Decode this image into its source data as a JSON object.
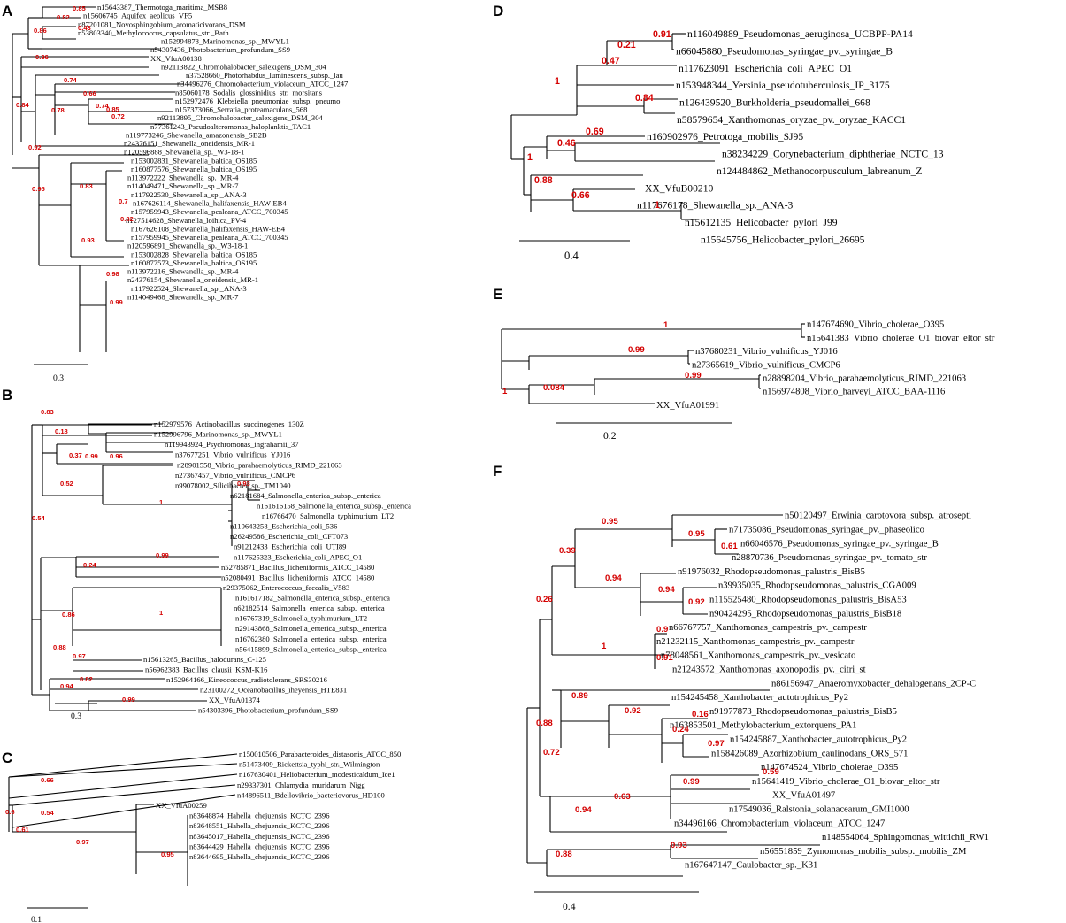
{
  "panels": [
    {
      "letter": "A",
      "leaves": [
        "n15643387_Thermotoga_maritima_MSB8",
        "n15606745_Aquifex_aeolicus_VF5",
        "n87201081_Novosphingobium_aromaticivorans_DSM",
        "n53803340_Methylococcus_capsulatus_str._Bath",
        "n152994878_Marinomonas_sp._MWYL1",
        "n54307436_Photobacterium_profundum_SS9",
        "XX_VfuA00138",
        "n92113822_Chromohalobacter_salexigens_DSM_304",
        "n37528660_Photorhabdus_luminescens_subsp._lau",
        "n34496276_Chromobacterium_violaceum_ATCC_1247",
        "n85060178_Sodalis_glossinidius_str._morsitans",
        "n152972476_Klebsiella_pneumoniae_subsp._pneumo",
        "n157373066_Serratia_proteamaculans_568",
        "n92113895_Chromohalobacter_salexigens_DSM_304",
        "n77361243_Pseudoalteromonas_haloplanktis_TAC1",
        "n119773246_Shewanella_amazonensis_SB2B",
        "n24376151_Shewanella_oneidensis_MR-1",
        "n120596888_Shewanella_sp._W3-18-1",
        "n153002831_Shewanella_baltica_OS185",
        "n160877576_Shewanella_baltica_OS195",
        "n113972222_Shewanella_sp._MR-4",
        "n114049471_Shewanella_sp._MR-7",
        "n117922530_Shewanella_sp._ANA-3",
        "n167626114_Shewanella_halifaxensis_HAW-EB4",
        "n157959943_Shewanella_pealeana_ATCC_700345",
        "n127514628_Shewanella_loihica_PV-4",
        "n167626108_Shewanella_halifaxensis_HAW-EB4",
        "n157959945_Shewanella_pealeana_ATCC_700345",
        "n120596891_Shewanella_sp._W3-18-1",
        "n153002828_Shewanella_baltica_OS185",
        "n160877573_Shewanella_baltica_OS195",
        "n113972216_Shewanella_sp._MR-4",
        "n24376154_Shewanella_oneidensis_MR-1",
        "n117922524_Shewanella_sp._ANA-3",
        "n114049468_Shewanella_sp._MR-7"
      ],
      "bootstraps": [
        "0.85",
        "0.82",
        "0.43",
        "0.86",
        "0.36",
        "0.84",
        "0.78",
        "0.92",
        "0.74",
        "0.66",
        "0.74",
        "0.85",
        "0.72",
        "0.95",
        "0.83",
        "0.7",
        "0.82",
        "0.93",
        "0.98",
        "0.99"
      ],
      "scale": "0.3"
    },
    {
      "letter": "B",
      "leaves": [
        "n152979576_Actinobacillus_succinogenes_130Z",
        "n152996796_Marinomonas_sp._MWYL1",
        "n119943924_Psychromonas_ingrahamii_37",
        "n37677251_Vibrio_vulnificus_YJ016",
        "n28901558_Vibrio_parahaemolyticus_RIMD_221063",
        "n27367457_Vibrio_vulnificus_CMCP6",
        "n99078002_Silicibacter_sp._TM1040",
        "n62181684_Salmonella_enterica_subsp._enterica",
        "n161616158_Salmonella_enterica_subsp._enterica",
        "n16766470_Salmonella_typhimurium_LT2",
        "n110643258_Escherichia_coli_536",
        "n26249586_Escherichia_coli_CFT073",
        "n91212433_Escherichia_coli_UTI89",
        "n117625323_Escherichia_coli_APEC_O1",
        "n52785871_Bacillus_licheniformis_ATCC_14580",
        "n52080491_Bacillus_licheniformis_ATCC_14580",
        "n29375062_Enterococcus_faecalis_V583",
        "n161617182_Salmonella_enterica_subsp._enterica",
        "n62182514_Salmonella_enterica_subsp._enterica",
        "n16767319_Salmonella_typhimurium_LT2",
        "n29143868_Salmonella_enterica_subsp._enterica",
        "n16762380_Salmonella_enterica_subsp._enterica",
        "n56415899_Salmonella_enterica_subsp._enterica",
        "n15613265_Bacillus_halodurans_C-125",
        "n56962383_Bacillus_clausii_KSM-K16",
        "n152964166_Kineococcus_radiotolerans_SRS30216",
        "n23100272_Oceanobacillus_iheyensis_HTE831",
        "XX_VfuA01374",
        "n54303396_Photobacterium_profundum_SS9"
      ],
      "bootstraps": [
        "0.83",
        "0.18",
        "0.37",
        "0.99",
        "0.96",
        "0.52",
        "1",
        "0.93",
        "0.24",
        "0.99",
        "0.86",
        "1",
        "0.88",
        "0.97",
        "0.94",
        "0.82",
        "0.99",
        "0.54"
      ],
      "scale": "0.3"
    },
    {
      "letter": "C",
      "leaves": [
        "n150010506_Parabacteroides_distasonis_ATCC_850",
        "n51473409_Rickettsia_typhi_str._Wilmington",
        "n167630401_Heliobacterium_modesticaldum_Ice1",
        "n29337301_Chlamydia_muridarum_Nigg",
        "n44896511_Bdellovibrio_bacteriovorus_HD100",
        "XX_VfuA00259",
        "n83648874_Hahella_chejuensis_KCTC_2396",
        "n83648551_Hahella_chejuensis_KCTC_2396",
        "n83645017_Hahella_chejuensis_KCTC_2396",
        "n83644429_Hahella_chejuensis_KCTC_2396",
        "n83644695_Hahella_chejuensis_KCTC_2396"
      ],
      "bootstraps": [
        "0.66",
        "0.6",
        "0.61",
        "0.54",
        "0.97",
        "0.95"
      ],
      "scale": "0.1"
    },
    {
      "letter": "D",
      "leaves": [
        "n116049889_Pseudomonas_aeruginosa_UCBPP-PA14",
        "n66045880_Pseudomonas_syringae_pv._syringae_B",
        "n117623091_Escherichia_coli_APEC_O1",
        "n153948344_Yersinia_pseudotuberculosis_IP_3175",
        "n126439520_Burkholderia_pseudomallei_668",
        "n58579654_Xanthomonas_oryzae_pv._oryzae_KACC1",
        "n160902976_Petrotoga_mobilis_SJ95",
        "n38234229_Corynebacterium_diphtheriae_NCTC_13",
        "n124484862_Methanocorpusculum_labreanum_Z",
        "XX_VfuB00210",
        "n117676178_Shewanella_sp._ANA-3",
        "n15612135_Helicobacter_pylori_J99",
        "n15645756_Helicobacter_pylori_26695"
      ],
      "bootstraps": [
        "0.91",
        "0.21",
        "0.47",
        "1",
        "0.84",
        "0.69",
        "0.46",
        "1",
        "0.88",
        "0.66",
        "1"
      ],
      "scale": "0.4"
    },
    {
      "letter": "E",
      "leaves": [
        "n147674690_Vibrio_cholerae_O395",
        "n15641383_Vibrio_cholerae_O1_biovar_eltor_str",
        "n37680231_Vibrio_vulnificus_YJ016",
        "n27365619_Vibrio_vulnificus_CMCP6",
        "n28898204_Vibrio_parahaemolyticus_RIMD_221063",
        "n156974808_Vibrio_harveyi_ATCC_BAA-1116",
        "XX_VfuA01991"
      ],
      "bootstraps": [
        "1",
        "0.99",
        "1",
        "0.99",
        "0.084"
      ],
      "scale": "0.2"
    },
    {
      "letter": "F",
      "leaves": [
        "n50120497_Erwinia_carotovora_subsp._atrosepti",
        "n71735086_Pseudomonas_syringae_pv._phaseolico",
        "n66046576_Pseudomonas_syringae_pv._syringae_B",
        "n28870736_Pseudomonas_syringae_pv._tomato_str",
        "n91976032_Rhodopseudomonas_palustris_BisB5",
        "n39935035_Rhodopseudomonas_palustris_CGA009",
        "n115525480_Rhodopseudomonas_palustris_BisA53",
        "n90424295_Rhodopseudomonas_palustris_BisB18",
        "n66767757_Xanthomonas_campestris_pv._campestr",
        "n21232115_Xanthomonas_campestris_pv._campestr",
        "n78048561_Xanthomonas_campestris_pv._vesicato",
        "n21243572_Xanthomonas_axonopodis_pv._citri_st",
        "n86156947_Anaeromyxobacter_dehalogenans_2CP-C",
        "n154245458_Xanthobacter_autotrophicus_Py2",
        "n91977873_Rhodopseudomonas_palustris_BisB5",
        "n163853501_Methylobacterium_extorquens_PA1",
        "n154245887_Xanthobacter_autotrophicus_Py2",
        "n158426089_Azorhizobium_caulinodans_ORS_571",
        "n147674524_Vibrio_cholerae_O395",
        "n15641419_Vibrio_cholerae_O1_biovar_eltor_str",
        "XX_VfuA01497",
        "n17549036_Ralstonia_solanacearum_GMI1000",
        "n34496166_Chromobacterium_violaceum_ATCC_1247",
        "n148554064_Sphingomonas_wittichii_RW1",
        "n56551859_Zymomonas_mobilis_subsp._mobilis_ZM",
        "n167647147_Caulobacter_sp._K31"
      ],
      "bootstraps": [
        "0.95",
        "0.95",
        "0.61",
        "0.39",
        "0.94",
        "0.94",
        "0.92",
        "0.26",
        "0.9",
        "1",
        "0.91",
        "0.89",
        "0.92",
        "0.16",
        "0.24",
        "0.97",
        "0.88",
        "0.59",
        "0.99",
        "0.63",
        "0.72",
        "0.94",
        "0.93",
        "0.88"
      ],
      "scale": "0.4"
    }
  ]
}
